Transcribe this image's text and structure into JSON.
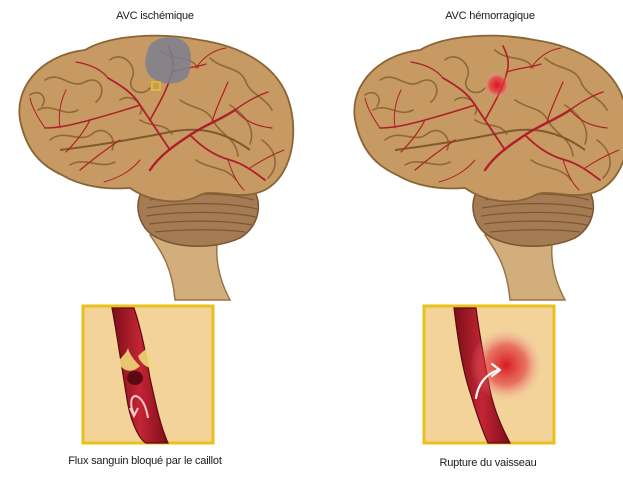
{
  "panels": {
    "left": {
      "title": "AVC ischémique",
      "caption": "Flux sanguin bloqué par le caillot"
    },
    "right": {
      "title": "AVC hémorragique",
      "caption": "Rupture du vaisseau"
    }
  },
  "colors": {
    "brain": "#c69a62",
    "brain_outline": "#8a6434",
    "vessel": "#b01e2a",
    "cerebellum": "#a07850",
    "stem": "#d4b07e",
    "frame": "#e8c21a",
    "inset_bg": "#f3d39a",
    "ischemic_zone": "#7d7f8f",
    "hemorrhage": "#e0202a"
  }
}
